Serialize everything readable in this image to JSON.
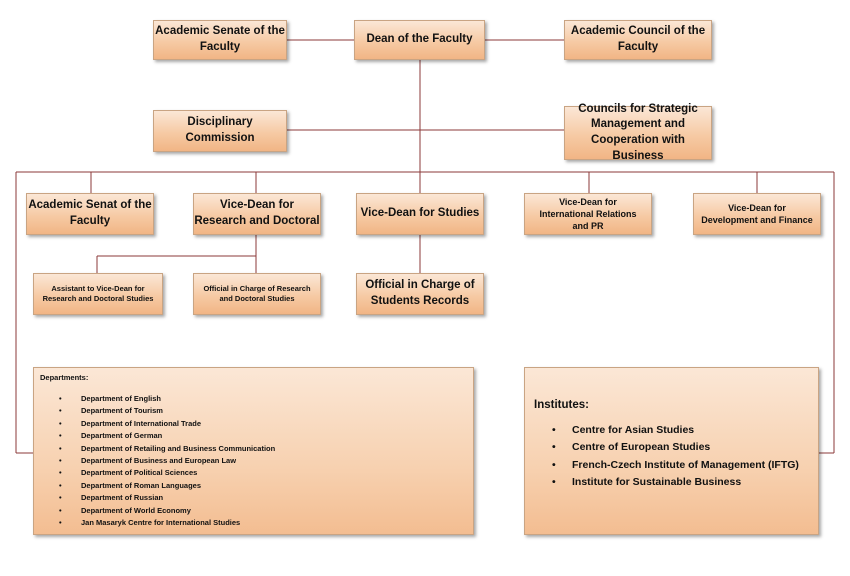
{
  "colors": {
    "connector": "#8b3a3a",
    "box_fill": "#f6caa4",
    "box_border": "#c9a483"
  },
  "boxes": {
    "senate_faculty": "Academic Senate of the Faculty",
    "dean": "Dean of the Faculty",
    "council_faculty": "Academic Council of the Faculty",
    "disciplinary": "Disciplinary Commission",
    "councils_strategic": "Councils for Strategic Management and Cooperation with Business",
    "senat_faculty": "Academic Senat of the Faculty",
    "vd_research": "Vice-Dean for Research and Doctoral",
    "vd_studies": "Vice-Dean for Studies",
    "vd_international": "Vice-Dean for International Relations and PR",
    "vd_development": "Vice-Dean for Development and Finance",
    "assistant_vd": "Assistant to Vice-Dean for Research and Doctoral Studies",
    "official_research": "Official in Charge of Research and Doctoral Studies",
    "official_students": "Official in Charge of Students Records"
  },
  "departments": {
    "heading": "Departments:",
    "items": [
      "Department of English",
      "Department of Tourism",
      "Department of International Trade",
      "Department of German",
      "Department of Retailing and Business Communication",
      "Department of Business and European Law",
      "Department of Political Sciences",
      "Department of Roman Languages",
      "Department of Russian",
      "Department of World Economy",
      "Jan Masaryk Centre for International Studies"
    ]
  },
  "institutes": {
    "heading": "Institutes:",
    "items": [
      "Centre for Asian Studies",
      "Centre of European Studies",
      "French-Czech Institute of Management (IFTG)",
      "Institute for Sustainable Business"
    ]
  }
}
